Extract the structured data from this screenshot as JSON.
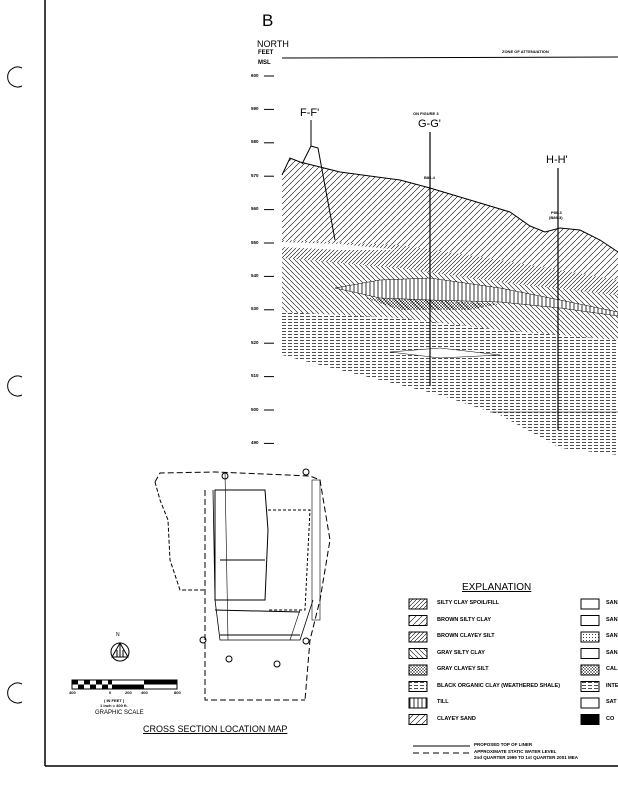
{
  "section": {
    "letter": "B",
    "direction": "NORTH",
    "axis_unit_1": "FEET",
    "axis_unit_2": "MSL",
    "zone_label": "ZONE OF ATTENUATION",
    "elevation_ticks": [
      "600",
      "590",
      "580",
      "570",
      "560",
      "550",
      "540",
      "530",
      "520",
      "510",
      "500",
      "490"
    ],
    "sections": [
      {
        "label": "F-F'",
        "note": ""
      },
      {
        "label": "G-G'",
        "note": "ON FIGURE 3",
        "boring": "B86-4"
      },
      {
        "label": "H-H'",
        "note": "",
        "boring": "P86-3",
        "boring2": "(B86-3)"
      }
    ]
  },
  "map": {
    "title": "CROSS SECTION LOCATION MAP",
    "north_label": "N",
    "scale_ticks": [
      "400",
      "0",
      "200",
      "400",
      "800"
    ],
    "scale_units": "( IN FEET )",
    "scale_ratio": "1 inch = 400 ft.",
    "scale_title": "GRAPHIC SCALE"
  },
  "explanation": {
    "title": "EXPLANATION",
    "left_items": [
      "SILTY CLAY SPOIL/FILL",
      "BROWN SILTY CLAY",
      "BROWN CLAYEY SILT",
      "GRAY SILTY CLAY",
      "GRAY CLAYEY SILT",
      "BLACK ORGANIC CLAY (WEATHERED SHALE)",
      "TILL",
      "CLAYEY SAND"
    ],
    "right_items": [
      "SAN",
      "SAN",
      "SAN",
      "SAN",
      "CAL",
      "INTE",
      "SAT",
      "CO"
    ],
    "line_items": [
      {
        "label": "PROPOSED TOP OF LINER"
      },
      {
        "label": "APPROXIMATE STATIC WATER LEVEL",
        "label2": "2nd QUARTER 1999 TO 1st QUARTER 2001 MEA"
      }
    ]
  }
}
